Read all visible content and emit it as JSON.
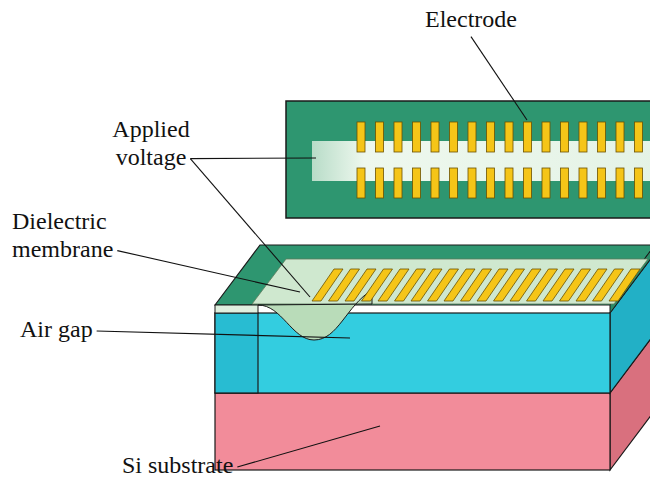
{
  "diagram": {
    "labels": [
      "Electrode",
      "Applied voltage",
      "Dielectric membrane",
      "Air gap",
      "Si substrate"
    ]
  }
}
